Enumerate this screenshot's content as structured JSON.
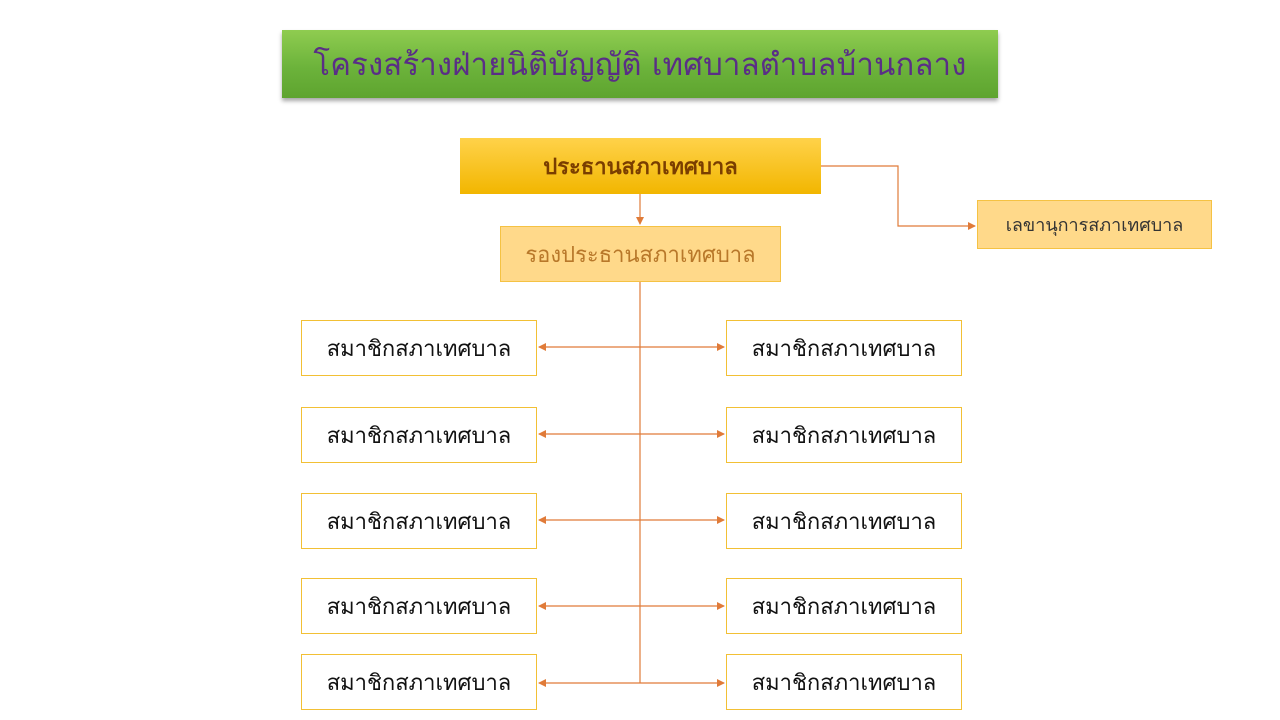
{
  "title": "โครงสร้างฝ่ายนิติบัญญัติ   เทศบาลตำบลบ้านกลาง",
  "chair": "ประธานสภาเทศบาล",
  "vice_chair": "รองประธานสภาเทศบาล",
  "secretary": "เลขานุการสภาเทศบาล",
  "members_left": [
    "สมาชิกสภาเทศบาล",
    "สมาชิกสภาเทศบาล",
    "สมาชิกสภาเทศบาล",
    "สมาชิกสภาเทศบาล",
    "สมาชิกสภาเทศบาล"
  ],
  "members_right": [
    "สมาชิกสภาเทศบาล",
    "สมาชิกสภาเทศบาล",
    "สมาชิกสภาเทศบาล",
    "สมาชิกสภาเทศบาล",
    "สมาชิกสภาเทศบาล"
  ],
  "colors": {
    "banner_green": "#6cb33b",
    "title_purple": "#5a2e86",
    "chair_gold": "#f2b600",
    "box_border_gold": "#f2c035",
    "connector_orange": "#e07b39"
  }
}
